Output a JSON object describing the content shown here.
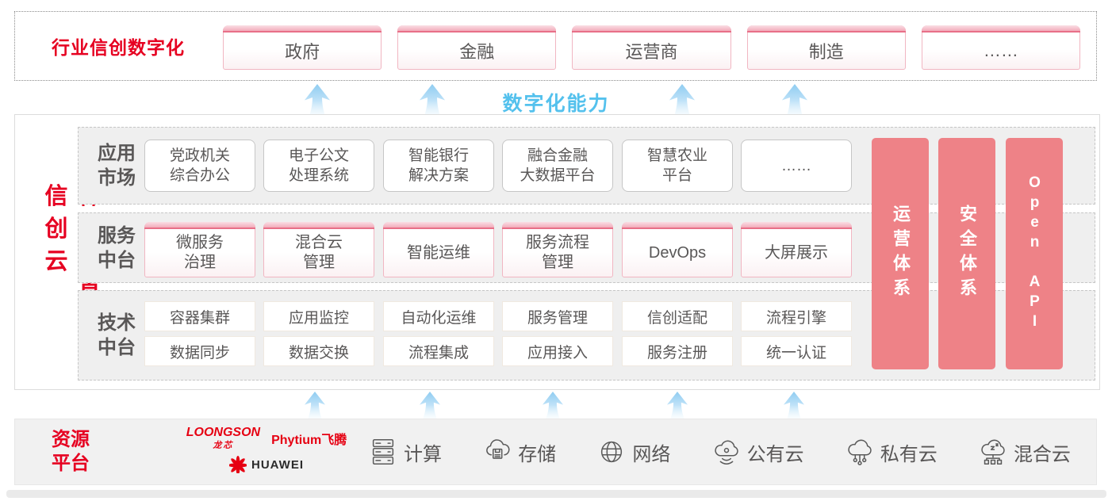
{
  "banner": {
    "label": "行业信创数字化",
    "items": [
      "政府",
      "金融",
      "运营商",
      "制造",
      "……"
    ]
  },
  "capability_label": "数字化能力",
  "cloud": {
    "title": "神州信息信创云",
    "rows": [
      {
        "label": "应用\n市场",
        "items": [
          "党政机关\n综合办公",
          "电子公文\n处理系统",
          "智能银行\n解决方案",
          "融合金融\n大数据平台",
          "智慧农业\n平台",
          "……"
        ]
      },
      {
        "label": "服务\n中台",
        "items": [
          "微服务\n治理",
          "混合云\n管理",
          "智能运维",
          "服务流程\n管理",
          "DevOps",
          "大屏展示"
        ]
      },
      {
        "label": "技术\n中台",
        "items_top": [
          "容器集群",
          "应用监控",
          "自动化运维",
          "服务管理",
          "信创适配",
          "流程引擎"
        ],
        "items_bottom": [
          "数据同步",
          "数据交换",
          "流程集成",
          "应用接入",
          "服务注册",
          "统一认证"
        ]
      }
    ],
    "pillars": [
      "运营体系",
      "安全体系",
      "Open API"
    ]
  },
  "resources": {
    "label": "资源\n平台",
    "vendors": {
      "loongson": "LOONGSON",
      "loongson_sub": "龙芯",
      "phytium": "Phytium",
      "phytium_sub": "飞腾",
      "huawei": "HUAWEI"
    },
    "items": [
      {
        "label": "计算",
        "icon": "server-icon"
      },
      {
        "label": "存储",
        "icon": "storage-cloud-icon"
      },
      {
        "label": "网络",
        "icon": "network-globe-icon"
      },
      {
        "label": "公有云",
        "icon": "public-cloud-icon"
      },
      {
        "label": "私有云",
        "icon": "private-cloud-icon"
      },
      {
        "label": "混合云",
        "icon": "hybrid-cloud-icon"
      }
    ]
  },
  "colors": {
    "brand_red": "#e60021",
    "pillar_salmon": "#ee8287",
    "capability_blue": "#54c1ed",
    "text_gray": "#595757",
    "pink_border": "#f1b6c2"
  }
}
